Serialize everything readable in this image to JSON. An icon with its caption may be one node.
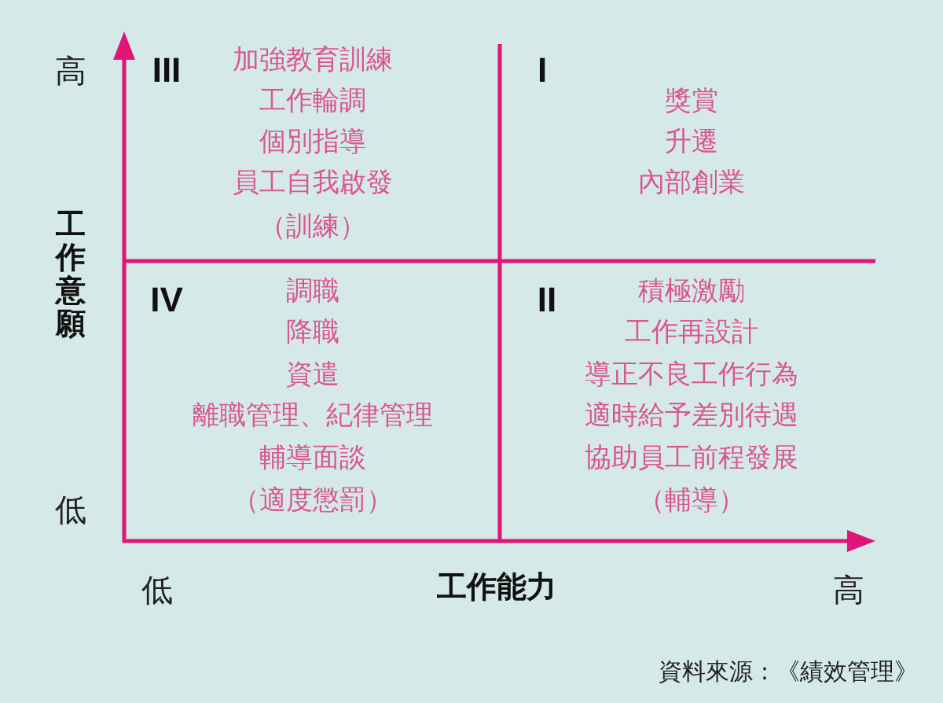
{
  "diagram": {
    "caption": "資料來源：《績效管理》",
    "labels": [
      "高",
      "III",
      "加強教育訓練",
      "工作輪調",
      "個別指導",
      "員工自我啟發",
      "（訓練）",
      "I",
      "獎賞",
      "升遷",
      "內部創業",
      "工作意願",
      "IV",
      "調職",
      "降職",
      "資遣",
      "離職管理、紀律管理",
      "輔導面談",
      "低",
      "（適度懲罰）",
      "II",
      "積極激勵",
      "工作再設計",
      "導正不良工作行為",
      "適時給予差別待遇",
      "協助員工前程發展",
      "（輔導）",
      "低",
      "工作能力",
      "高"
    ]
  }
}
